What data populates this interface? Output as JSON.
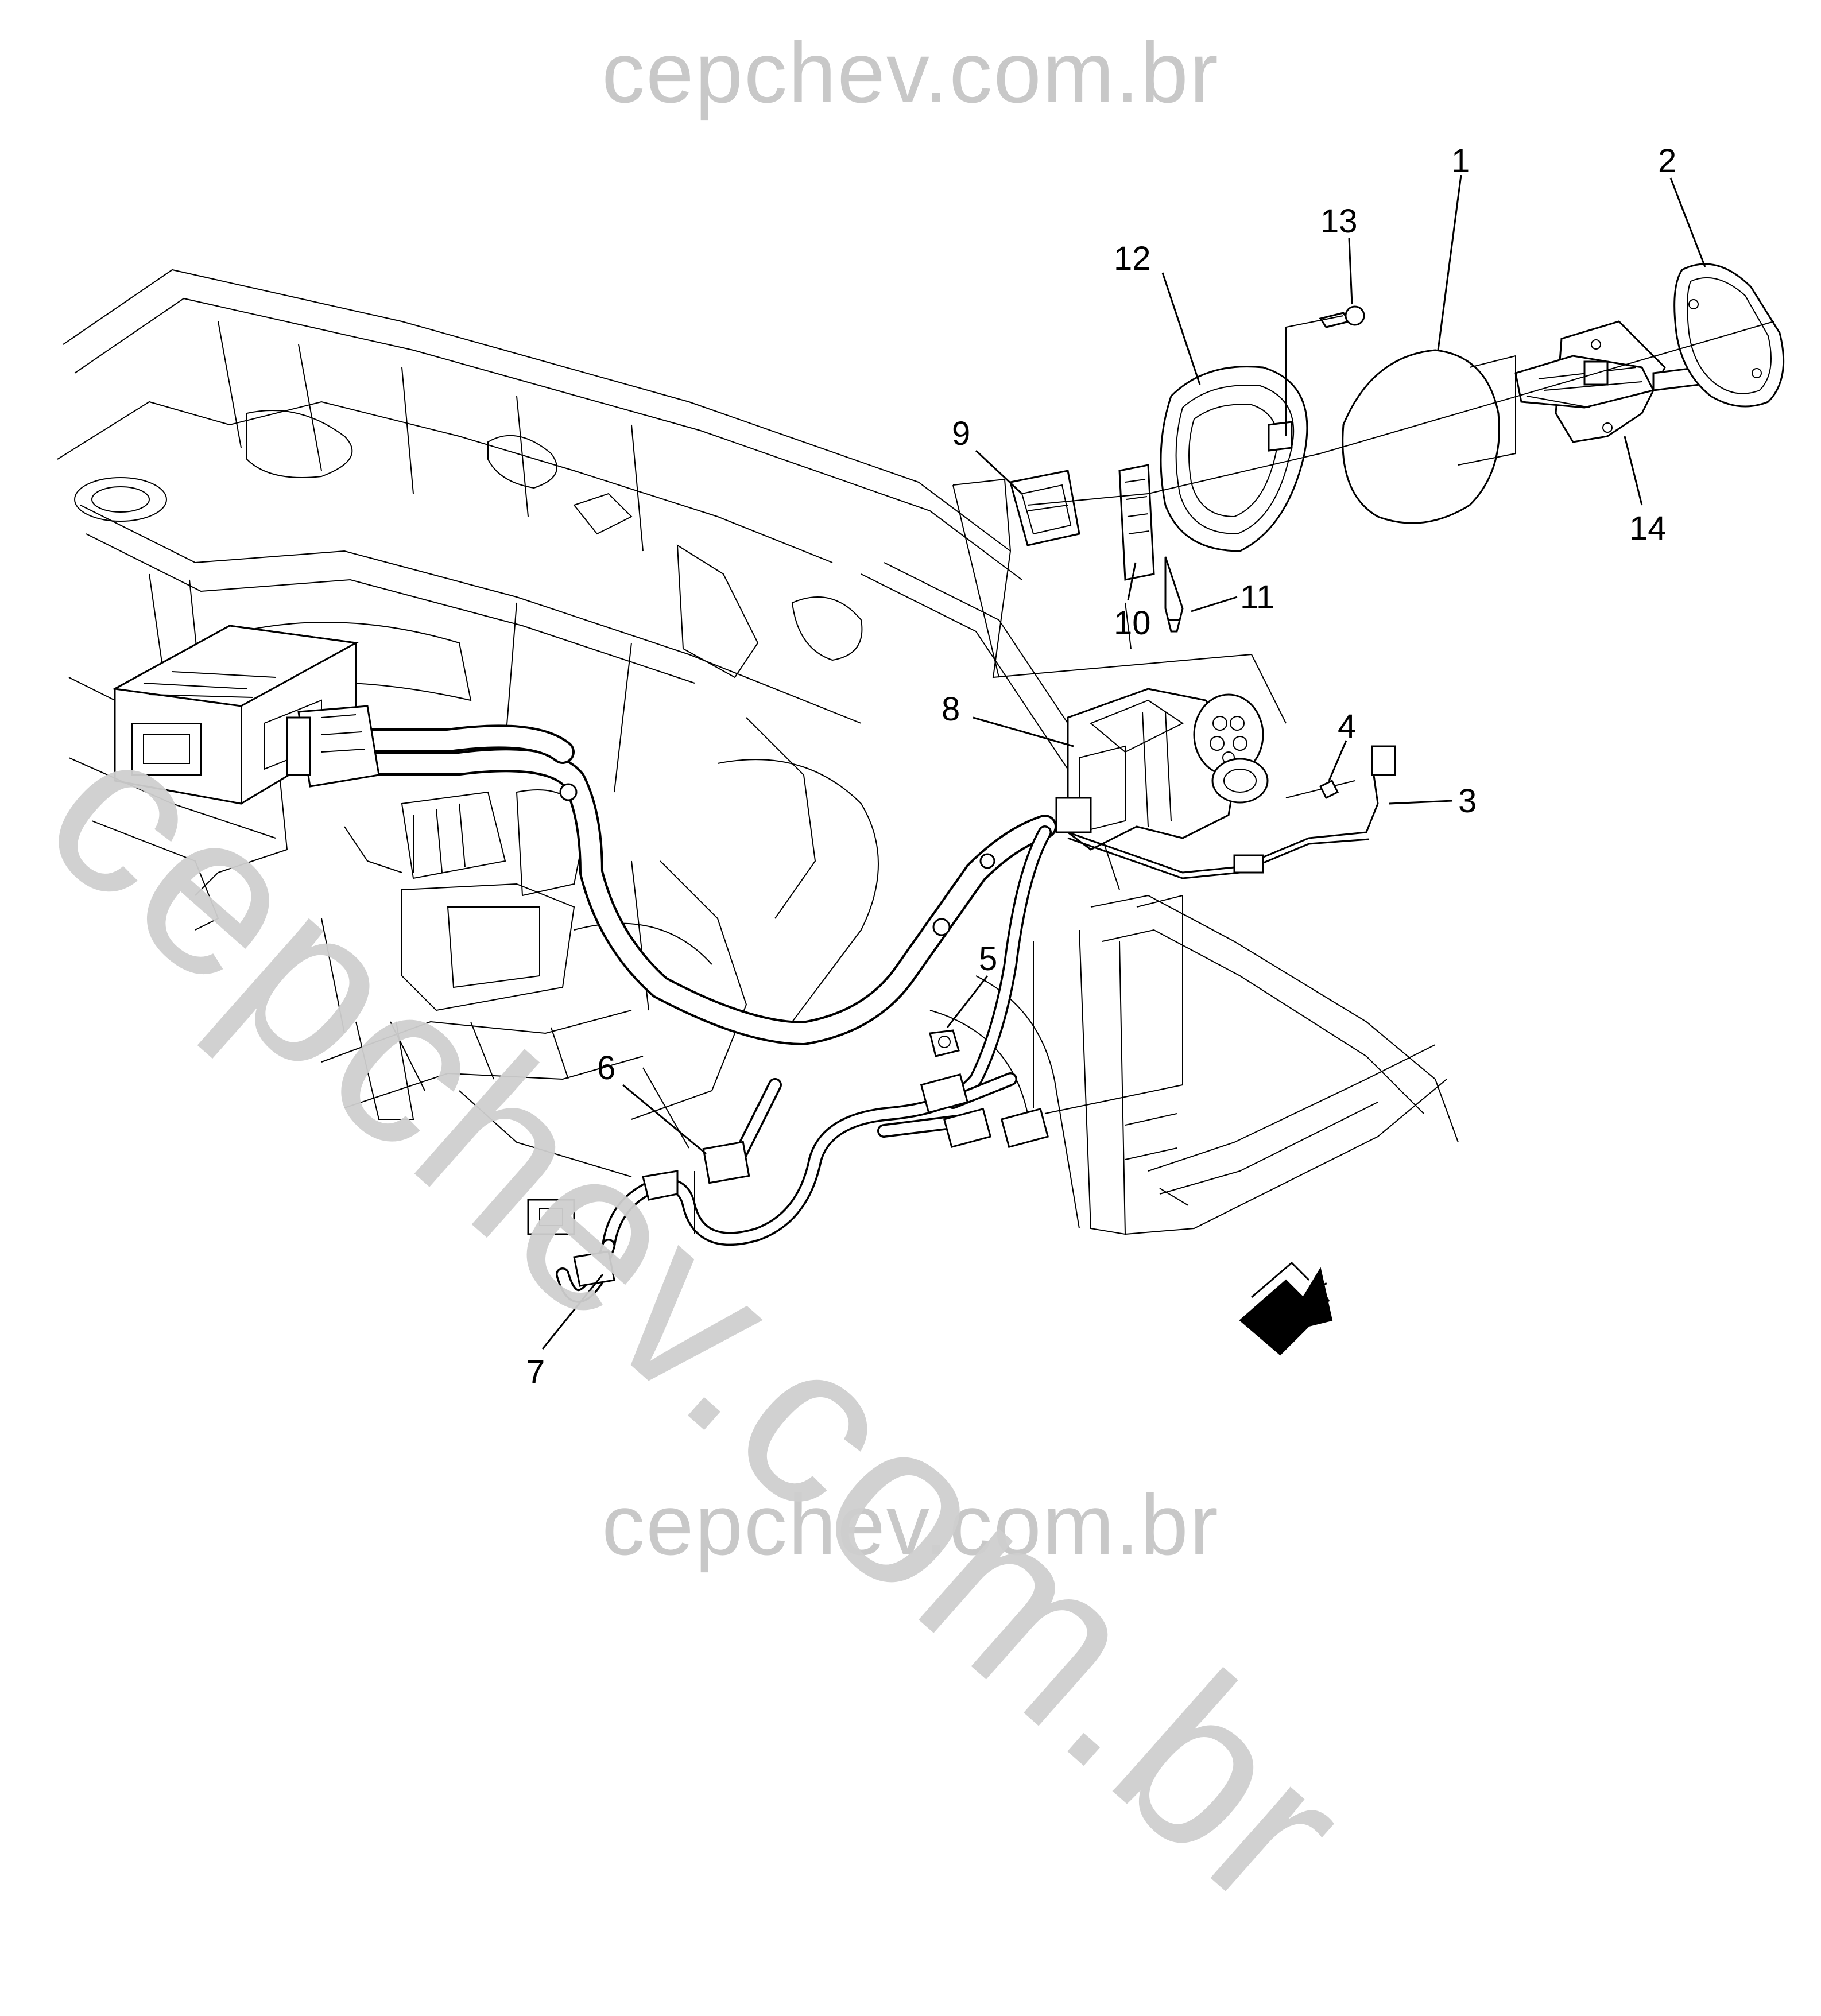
{
  "watermark": {
    "top": "cepchev.com.br",
    "bottom": "cepchev.com.br",
    "diagonal": "cepchev.com.br"
  },
  "callouts": {
    "c1": "1",
    "c2": "2",
    "c3": "3",
    "c4": "4",
    "c5": "5",
    "c6": "6",
    "c7": "7",
    "c8": "8",
    "c9": "9",
    "c10": "10",
    "c11": "11",
    "c12": "12",
    "c13": "13",
    "c14": "14"
  },
  "direction_indicator": {
    "label": "FRT",
    "icon": "front-arrow-icon"
  }
}
